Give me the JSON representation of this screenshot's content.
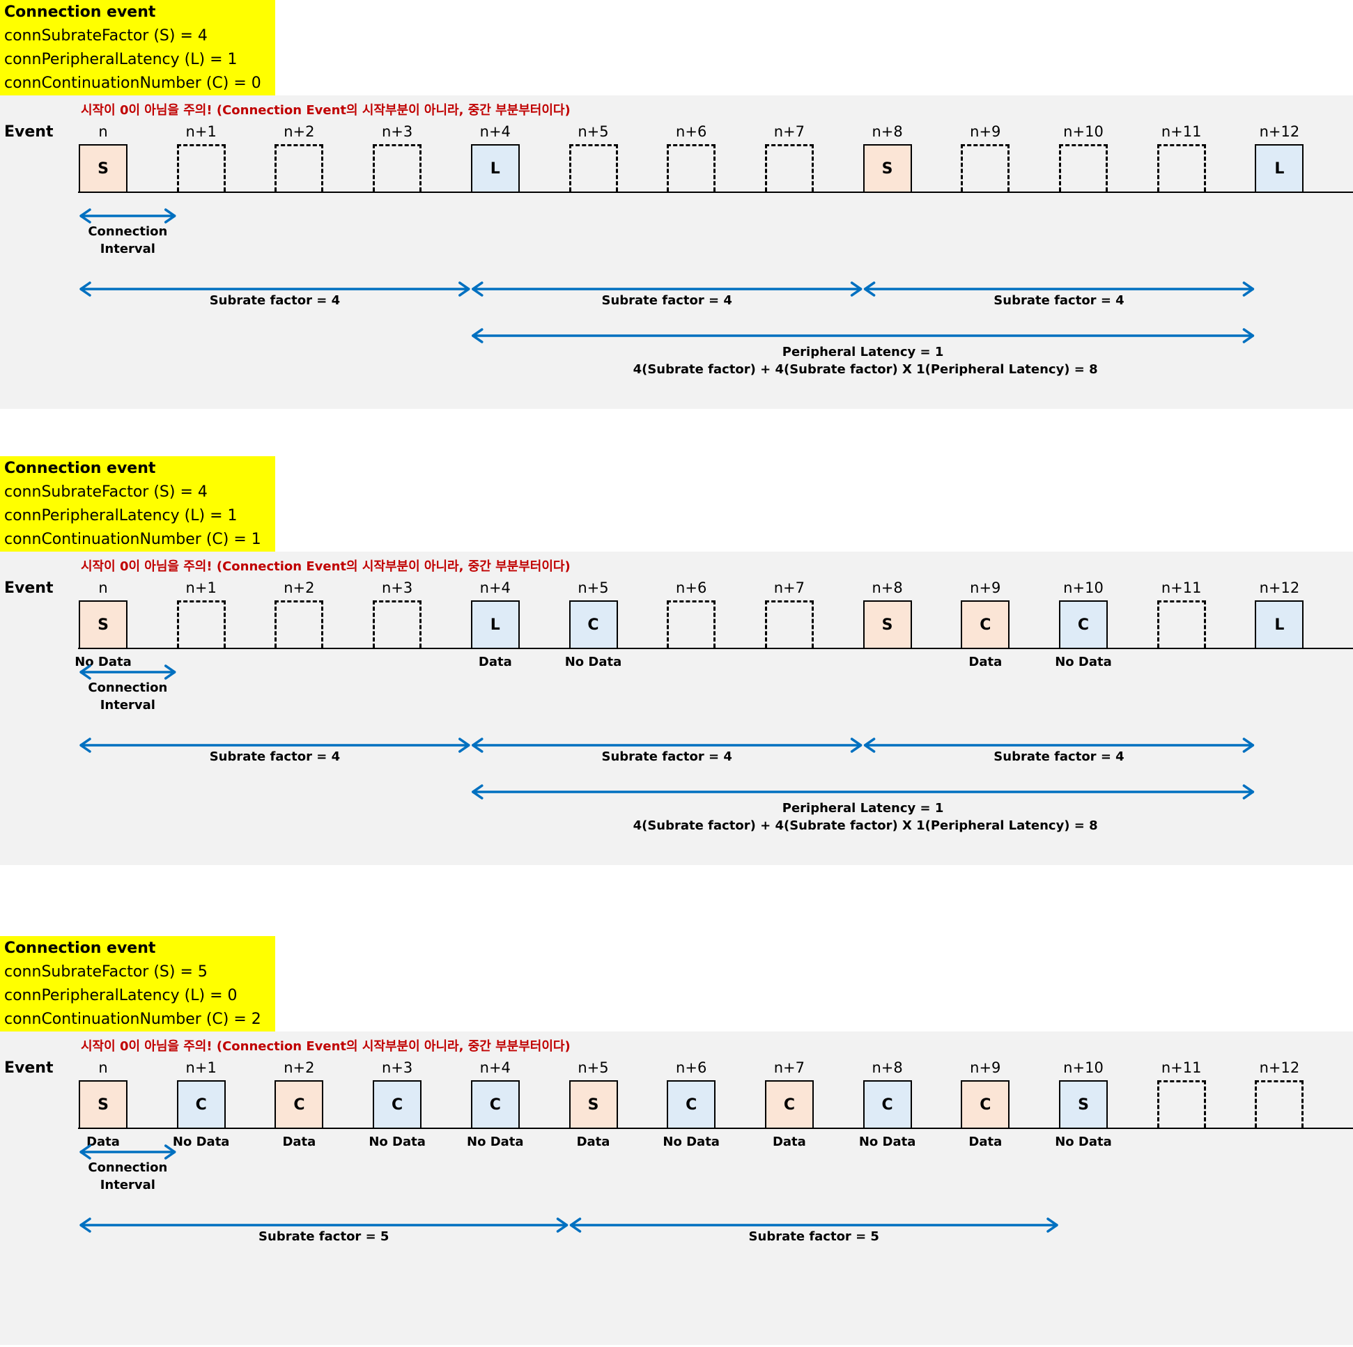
{
  "colors": {
    "header_bg": "#ffff00",
    "panel_bg": "#f2f2f2",
    "peach": "#fbe5d6",
    "blue": "#deebf7",
    "arrow": "#0070c0",
    "note": "#c00000"
  },
  "event_label": "Event",
  "note": "시작이 0이 아님을 주의! (Connection Event의 시작부분이 아니라, 중간 부분부터이다)",
  "indices": [
    "n",
    "n+1",
    "n+2",
    "n+3",
    "n+4",
    "n+5",
    "n+6",
    "n+7",
    "n+8",
    "n+9",
    "n+10",
    "n+11",
    "n+12"
  ],
  "ci_label": [
    "Connection",
    "Interval"
  ],
  "sections": [
    {
      "header": {
        "title": "Connection event",
        "s": "connSubrateFactor (S) = 4",
        "l": "connPeripheralLatency (L) = 1",
        "c": "connContinuationNumber (C) = 0"
      },
      "boxes": [
        {
          "type": "S",
          "label": "S"
        },
        {
          "type": "empty",
          "label": ""
        },
        {
          "type": "empty",
          "label": ""
        },
        {
          "type": "empty",
          "label": ""
        },
        {
          "type": "L",
          "label": "L"
        },
        {
          "type": "empty",
          "label": ""
        },
        {
          "type": "empty",
          "label": ""
        },
        {
          "type": "empty",
          "label": ""
        },
        {
          "type": "S",
          "label": "S"
        },
        {
          "type": "empty",
          "label": ""
        },
        {
          "type": "empty",
          "label": ""
        },
        {
          "type": "empty",
          "label": ""
        },
        {
          "type": "L",
          "label": "L"
        }
      ],
      "data_labels": [
        "",
        "",
        "",
        "",
        "",
        "",
        "",
        "",
        "",
        "",
        "",
        "",
        ""
      ],
      "subrate_arrows": [
        {
          "from": 0,
          "to": 4,
          "label": "Subrate factor = 4"
        },
        {
          "from": 4,
          "to": 8,
          "label": "Subrate factor = 4"
        },
        {
          "from": 8,
          "to": 12,
          "label": "Subrate factor = 4"
        }
      ],
      "latency": {
        "from": 4,
        "to": 12,
        "line1": "Peripheral Latency = 1",
        "line2": "4(Subrate factor) + 4(Subrate factor) X 1(Peripheral Latency) = 8"
      }
    },
    {
      "header": {
        "title": "Connection event",
        "s": "connSubrateFactor (S) = 4",
        "l": "connPeripheralLatency (L) = 1",
        "c": "connContinuationNumber (C) = 1"
      },
      "boxes": [
        {
          "type": "S",
          "label": "S"
        },
        {
          "type": "empty",
          "label": ""
        },
        {
          "type": "empty",
          "label": ""
        },
        {
          "type": "empty",
          "label": ""
        },
        {
          "type": "L",
          "label": "L"
        },
        {
          "type": "C-blue",
          "label": "C"
        },
        {
          "type": "empty",
          "label": ""
        },
        {
          "type": "empty",
          "label": ""
        },
        {
          "type": "S",
          "label": "S"
        },
        {
          "type": "C-peach",
          "label": "C"
        },
        {
          "type": "C-blue",
          "label": "C"
        },
        {
          "type": "empty",
          "label": ""
        },
        {
          "type": "L",
          "label": "L"
        }
      ],
      "data_labels": [
        "No Data",
        "",
        "",
        "",
        "Data",
        "No Data",
        "",
        "",
        "",
        "Data",
        "No Data",
        "",
        ""
      ],
      "subrate_arrows": [
        {
          "from": 0,
          "to": 4,
          "label": "Subrate factor = 4"
        },
        {
          "from": 4,
          "to": 8,
          "label": "Subrate factor = 4"
        },
        {
          "from": 8,
          "to": 12,
          "label": "Subrate factor = 4"
        }
      ],
      "latency": {
        "from": 4,
        "to": 12,
        "line1": "Peripheral Latency = 1",
        "line2": "4(Subrate factor) + 4(Subrate factor) X 1(Peripheral Latency) = 8"
      }
    },
    {
      "header": {
        "title": "Connection event",
        "s": "connSubrateFactor (S) = 5",
        "l": "connPeripheralLatency (L) = 0",
        "c": "connContinuationNumber (C) = 2"
      },
      "boxes": [
        {
          "type": "S",
          "label": "S"
        },
        {
          "type": "C-blue",
          "label": "C"
        },
        {
          "type": "C-peach",
          "label": "C"
        },
        {
          "type": "C-blue",
          "label": "C"
        },
        {
          "type": "C-blue",
          "label": "C"
        },
        {
          "type": "S",
          "label": "S"
        },
        {
          "type": "C-blue",
          "label": "C"
        },
        {
          "type": "C-peach",
          "label": "C"
        },
        {
          "type": "C-blue",
          "label": "C"
        },
        {
          "type": "C-peach",
          "label": "C"
        },
        {
          "type": "C-blue",
          "label": "S"
        },
        {
          "type": "empty",
          "label": ""
        },
        {
          "type": "empty",
          "label": ""
        }
      ],
      "data_labels": [
        "Data",
        "No Data",
        "Data",
        "No Data",
        "No Data",
        "Data",
        "No Data",
        "Data",
        "No Data",
        "Data",
        "No Data",
        "",
        ""
      ],
      "subrate_arrows": [
        {
          "from": 0,
          "to": 5,
          "label": "Subrate factor = 5"
        },
        {
          "from": 5,
          "to": 10,
          "label": "Subrate factor = 5"
        }
      ],
      "latency": null
    }
  ]
}
